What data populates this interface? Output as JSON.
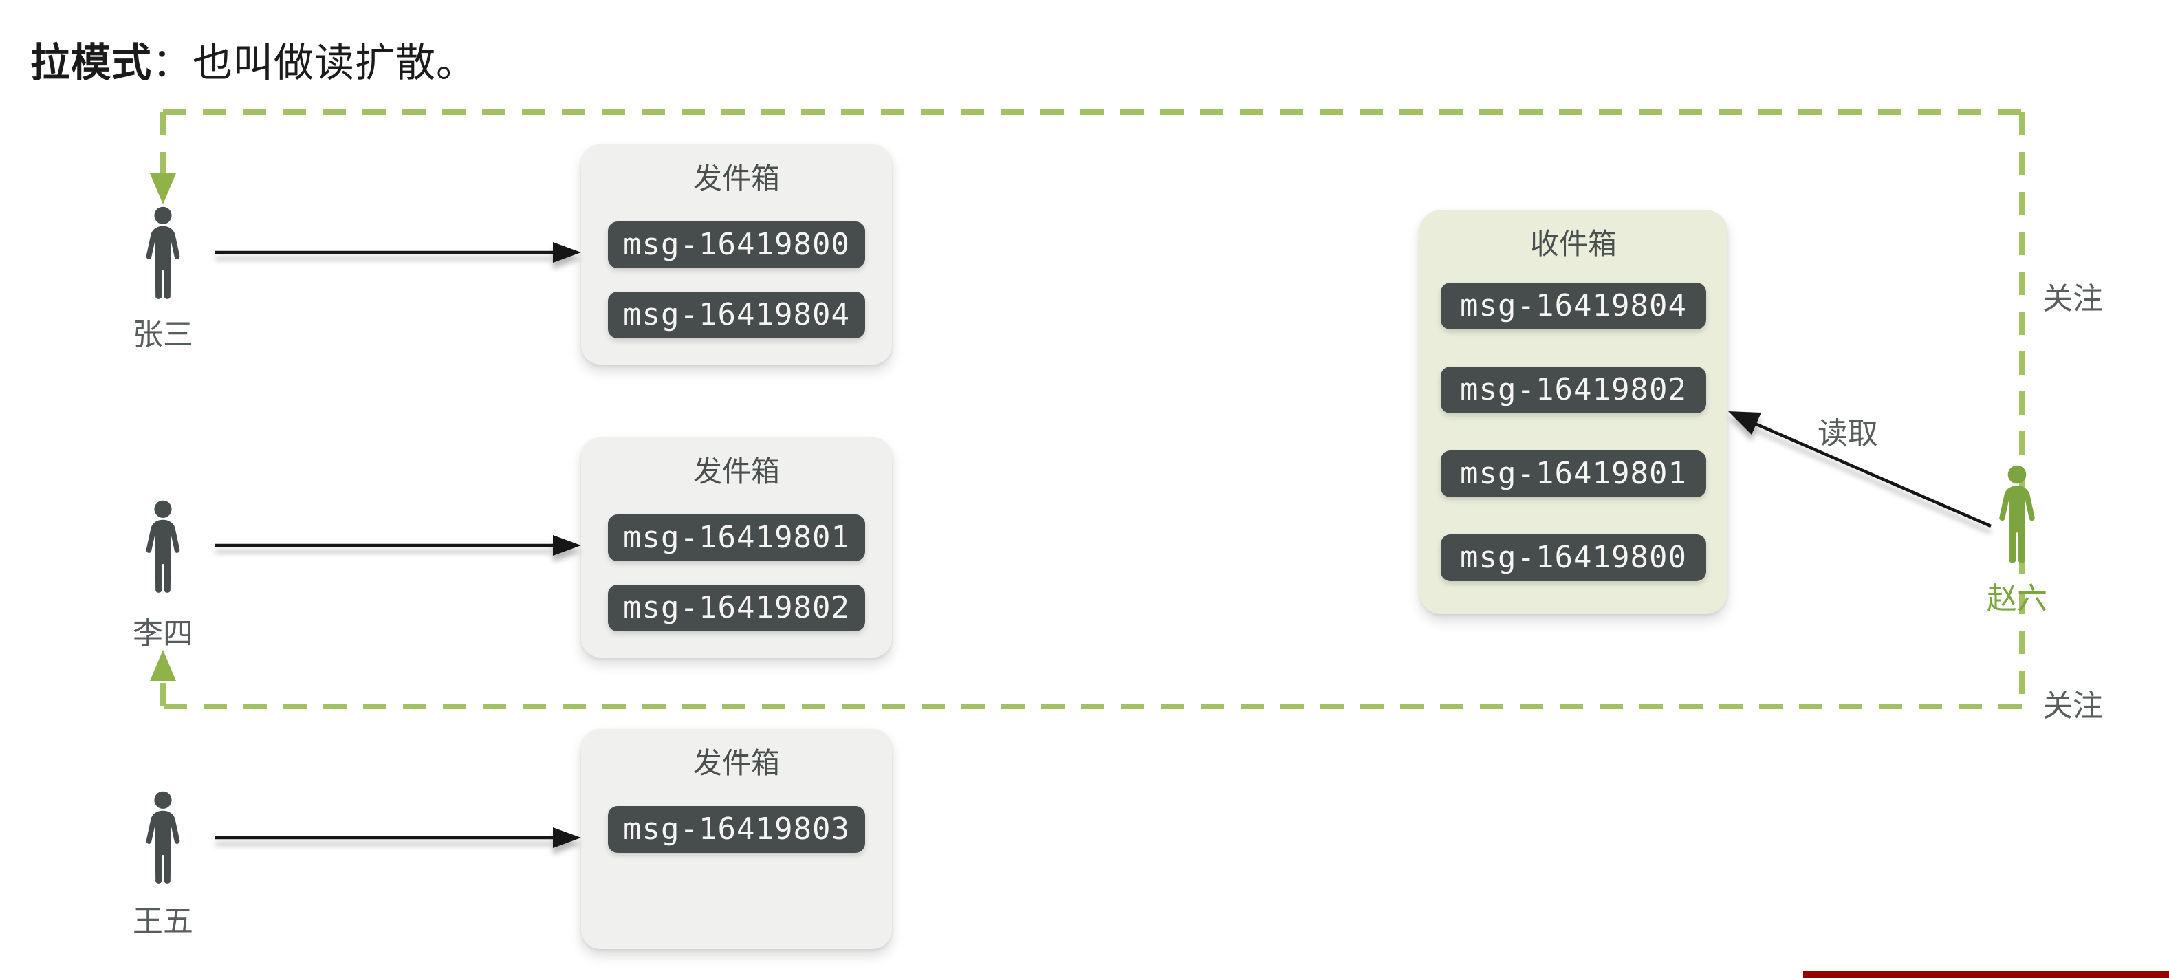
{
  "page": {
    "title_bold": "拉模式",
    "title_rest": "：也叫做读扩散。"
  },
  "senders": [
    {
      "name": "张三",
      "outbox": {
        "title": "发件箱",
        "messages": [
          "msg-16419800",
          "msg-16419804"
        ]
      }
    },
    {
      "name": "李四",
      "outbox": {
        "title": "发件箱",
        "messages": [
          "msg-16419801",
          "msg-16419802"
        ]
      }
    },
    {
      "name": "王五",
      "outbox": {
        "title": "发件箱",
        "messages": [
          "msg-16419803"
        ]
      }
    }
  ],
  "reader": {
    "name": "赵六",
    "inbox": {
      "title": "收件箱",
      "messages": [
        "msg-16419804",
        "msg-16419802",
        "msg-16419801",
        "msg-16419800"
      ]
    }
  },
  "edge_labels": {
    "follow_top": "关注",
    "follow_bottom": "关注",
    "read": "读取"
  },
  "colors": {
    "dash_green": "#a3c162",
    "arrow_green": "#8fb349",
    "person_dark": "#474c4c",
    "reader_green": "#7ca43f",
    "label_gray": "#575c5c",
    "outbox_bg": "#f0f0ef",
    "inbox_bg": "#e9edda",
    "pill_bg": "#474d4d",
    "pill_text": "#f4f4f3",
    "accent_red": "#990000"
  }
}
